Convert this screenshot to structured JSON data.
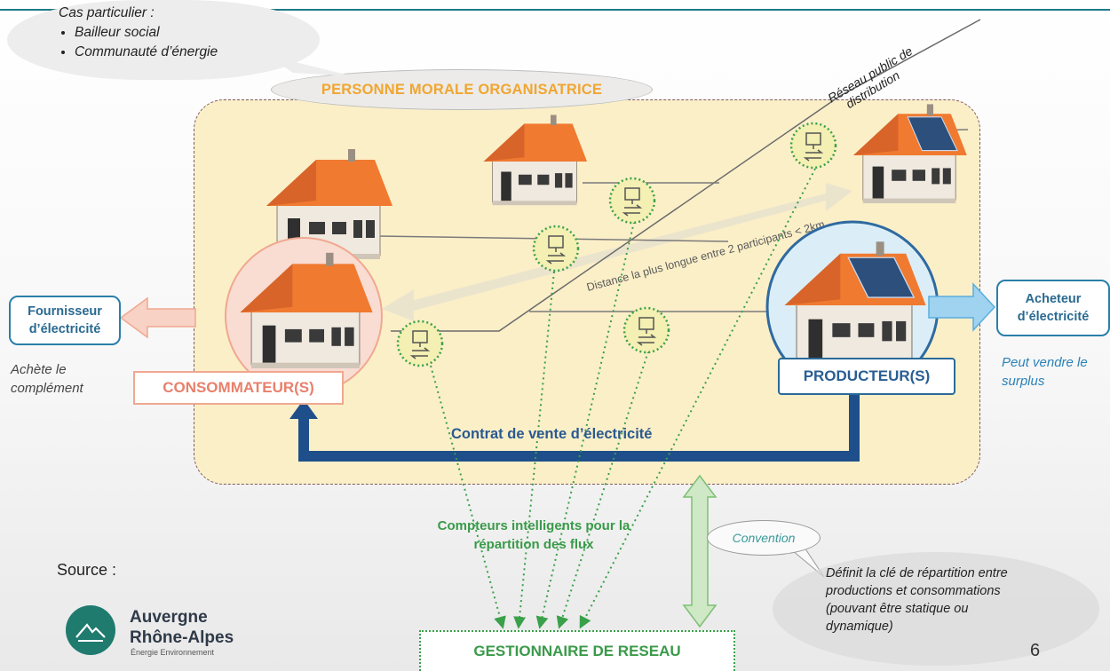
{
  "bubble": {
    "title": "Cas particulier :",
    "items": [
      "Bailleur social",
      "Communauté d’énergie"
    ]
  },
  "organizer_label": "PERSONNE MORALE ORGANISATRICE",
  "grid_label": "Réseau public de distribution",
  "distance_label": "Distance la plus longue entre 2 participants < 2km",
  "supplier": {
    "label": "Fournisseur d’électricité",
    "note": "Achète le complément"
  },
  "buyer": {
    "label": "Acheteur d’électricité",
    "note": "Peut vendre le surplus"
  },
  "consumers_label": "CONSOMMATEUR(S)",
  "producers_label": "PRODUCTEUR(S)",
  "contract_label": "Contrat de vente d’électricité",
  "meters_label": "Compteurs intelligents pour la répartition des flux",
  "convention_label": "Convention",
  "convention_note": "Définit la clé de répartition entre productions et consommations (pouvant être statique ou dynamique)",
  "source_label": "Source :",
  "logo": {
    "line1": "Auvergne",
    "line2": "Rhône-Alpes",
    "line3": "Énergie Environnement"
  },
  "operator_label": "GESTIONNAIRE DE RESEAU",
  "page_number": "6",
  "colors": {
    "accent_orange": "#f0a630",
    "consumer": "#e8806c",
    "producer": "#2a5e92",
    "meter_green": "#3a9a4a",
    "area_fill": "#fbefc8"
  }
}
